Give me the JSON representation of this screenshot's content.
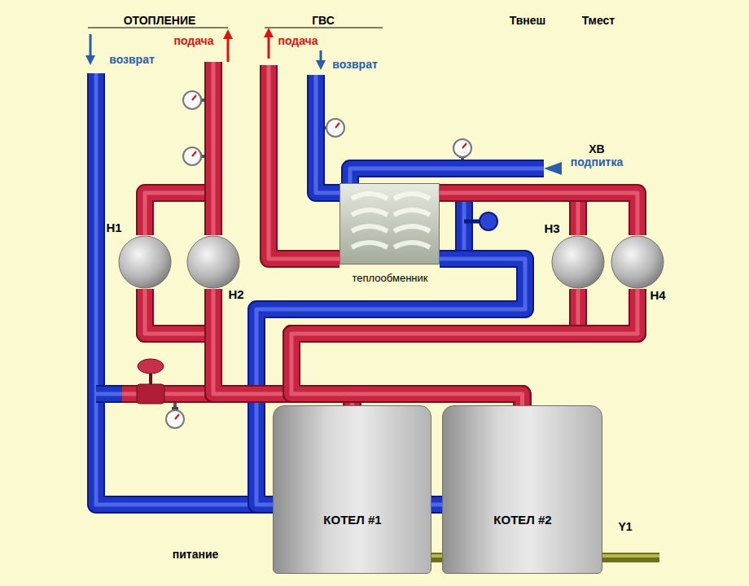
{
  "diagram": {
    "nodes": [
      {
        "text": [
          "Н1"
        ]
      },
      {
        "text": [
          "Н2"
        ]
      },
      {
        "text": [
          "теплообменник"
        ]
      },
      {
        "text": [
          "Н3"
        ]
      },
      {
        "text": [
          "Н4"
        ]
      },
      {
        "text": [
          "КОТЕЛ #1"
        ]
      },
      {
        "text": [
          "КОТЕЛ #2"
        ]
      }
    ],
    "edges": [
      {
        "from": 5,
        "to": 0,
        "arrow": "none"
      },
      {
        "from": 5,
        "to": 1,
        "arrow": "none"
      },
      {
        "from": 5,
        "to": 3,
        "arrow": "none"
      },
      {
        "from": 5,
        "to": 4,
        "arrow": "none"
      },
      {
        "from": 6,
        "to": 0,
        "arrow": "none"
      },
      {
        "from": 6,
        "to": 1,
        "arrow": "none"
      },
      {
        "from": 6,
        "to": 3,
        "arrow": "none"
      },
      {
        "from": 6,
        "to": 4,
        "arrow": "none"
      },
      {
        "from": 3,
        "to": 2,
        "arrow": "none"
      },
      {
        "from": 4,
        "to": 2,
        "arrow": "none"
      },
      {
        "from": 2,
        "to": 5,
        "arrow": "none"
      }
    ],
    "labels": [
      "ОТОПЛЕНИЕ",
      "ГВС",
      "Твнеш",
      "Тмест",
      "подача",
      "возврат",
      "подача",
      "возврат",
      "ХВ",
      "подпитка",
      "питание",
      "Y1"
    ]
  }
}
